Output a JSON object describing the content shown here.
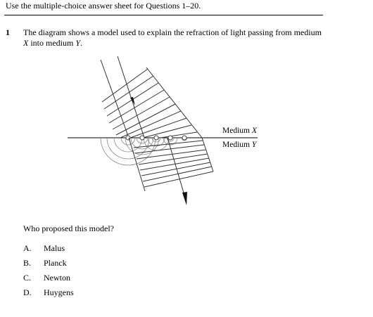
{
  "instruction": "Use the multiple-choice answer sheet for Questions 1–20.",
  "question": {
    "number": "1",
    "stem_line1": "The diagram shows a model used to explain the refraction of light passing from medium",
    "stem_line2_var": "X",
    "stem_line2_mid": " into medium ",
    "stem_line2_var2": "Y",
    "stem_line2_end": ".",
    "prompt": "Who proposed this model?"
  },
  "diagram": {
    "label_top_text": "Medium ",
    "label_top_var": "X",
    "label_bottom_text": "Medium ",
    "label_bottom_var": "Y"
  },
  "options": [
    {
      "letter": "A.",
      "text": "Malus"
    },
    {
      "letter": "B.",
      "text": "Planck"
    },
    {
      "letter": "C.",
      "text": "Newton"
    },
    {
      "letter": "D.",
      "text": "Huygens"
    }
  ]
}
